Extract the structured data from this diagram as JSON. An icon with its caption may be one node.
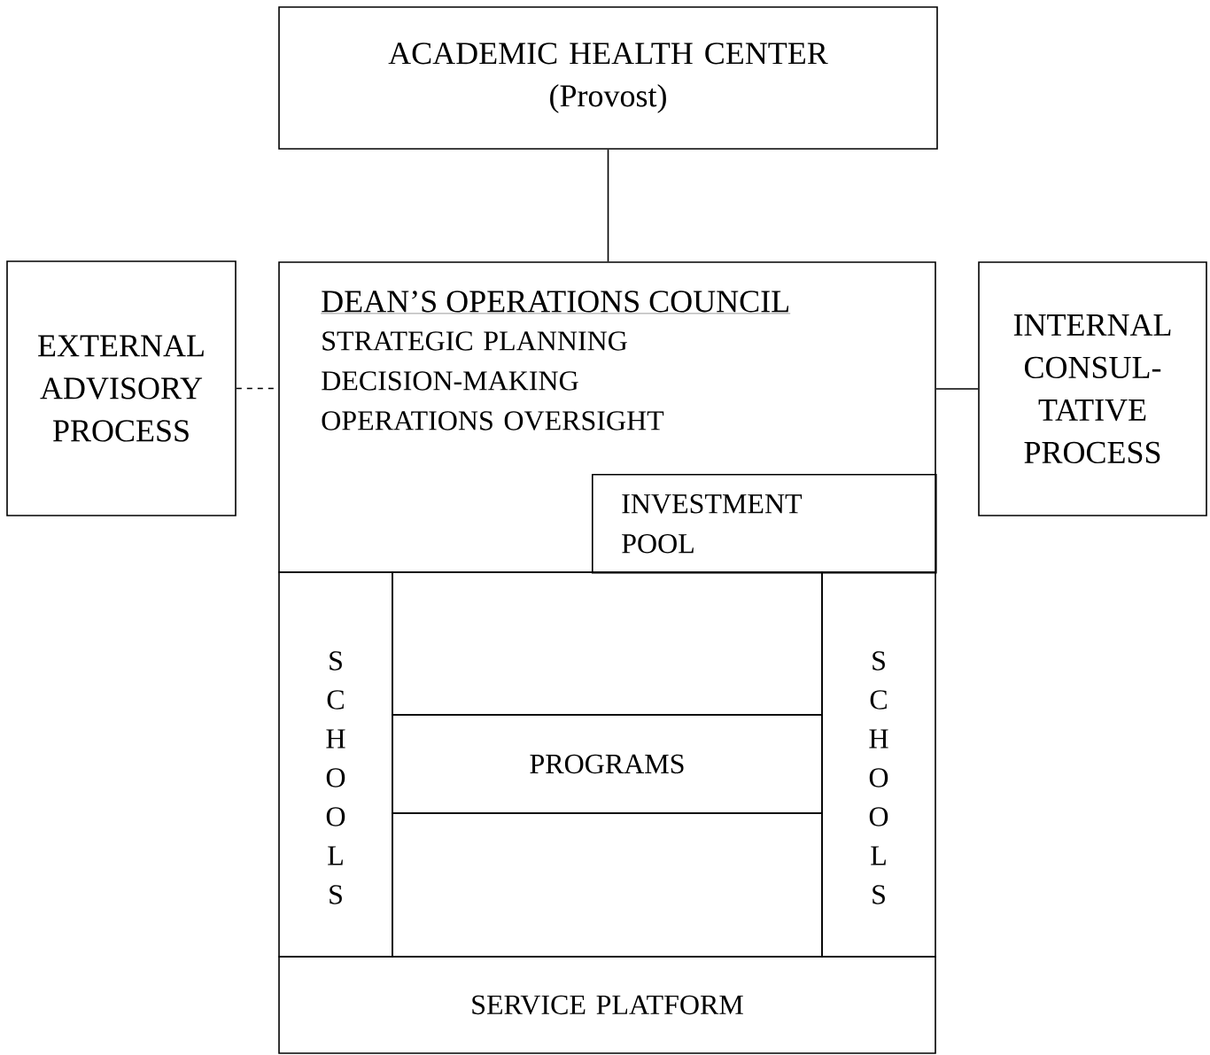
{
  "diagram": {
    "nodes": [
      {
        "text": [
          "ACADEMIC HEALTH CENTER",
          "(Provost)"
        ]
      },
      {
        "text": [
          "EXTERNAL ADVISORY PROCESS"
        ]
      },
      {
        "text": [
          "DEAN’S OPERATIONS COUNCIL",
          "STRATEGIC PLANNING DECISION-MAKING OPERATIONS OVERSIGHT"
        ]
      },
      {
        "text": [
          "INVESTMENT POOL"
        ],
        "in": 2
      },
      {
        "text": [
          "INTERNAL CONSUL-TATIVE PROCESS"
        ]
      },
      {
        "text": [
          "SCHOOLS"
        ]
      },
      {
        "text": [],
        "shape": "box"
      },
      {
        "text": [
          "PROGRAMS"
        ]
      },
      {
        "text": [],
        "shape": "box"
      },
      {
        "text": [
          "SCHOOLS"
        ]
      },
      {
        "text": [
          "SERVICE PLATFORM"
        ]
      }
    ],
    "edges": [
      {
        "from": 0,
        "to": 2,
        "arrow": "none"
      },
      {
        "from": 1,
        "to": 2,
        "arrow": "none",
        "style": "dashed"
      },
      {
        "from": 2,
        "to": 4,
        "arrow": "none"
      }
    ]
  }
}
